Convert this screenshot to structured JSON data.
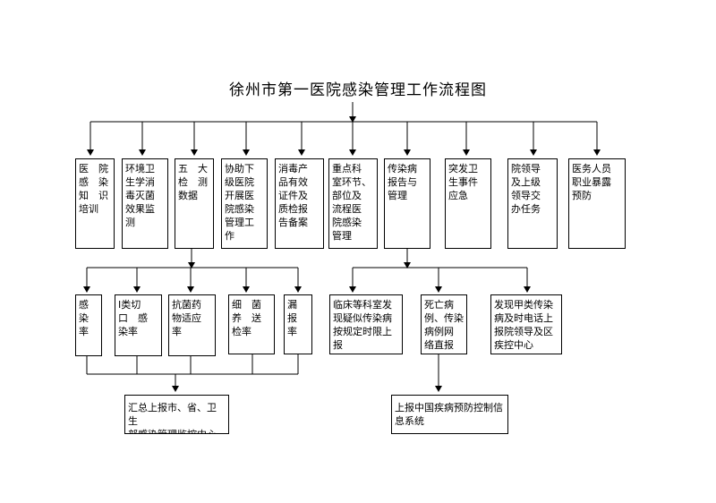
{
  "title": "徐州市第一医院感染管理工作流程图",
  "row1": [
    "医　院\n感　染\n知　识\n培训",
    "环境卫\n生学消\n毒灭菌\n效果监\n测",
    "五　大\n检　测\n数据",
    "协助下\n级医院\n开展医\n院感染\n管理工\n作",
    "消毒产\n品有效\n证件及\n质检报\n告备案",
    "重点科\n室环节、\n部位及\n流程医\n院感染\n管理",
    "传染病\n报告与\n管理",
    "突发卫\n生事件\n应急",
    "院领导\n及上级\n领导交\n办任务",
    "医务人员\n职业暴露\n预防"
  ],
  "row2_left": [
    "感\n染\n率",
    "Ⅰ类切\n口　感\n染率",
    "抗菌药\n物适应\n率",
    "细　菌\n养　送\n检率",
    "漏\n报\n率"
  ],
  "row2_right": [
    "临床等科室发\n现疑似传染病\n按规定时限上\n报",
    "死亡病\n例、传染\n病例网\n络直报",
    "发现甲类传染\n病及时电话上\n报院领导及区\n疾控中心"
  ],
  "bottom_left": "汇总上报市、省、卫生\n部感染管理监控中心",
  "bottom_right": "上报中国疾病预防控制信\n息系统"
}
